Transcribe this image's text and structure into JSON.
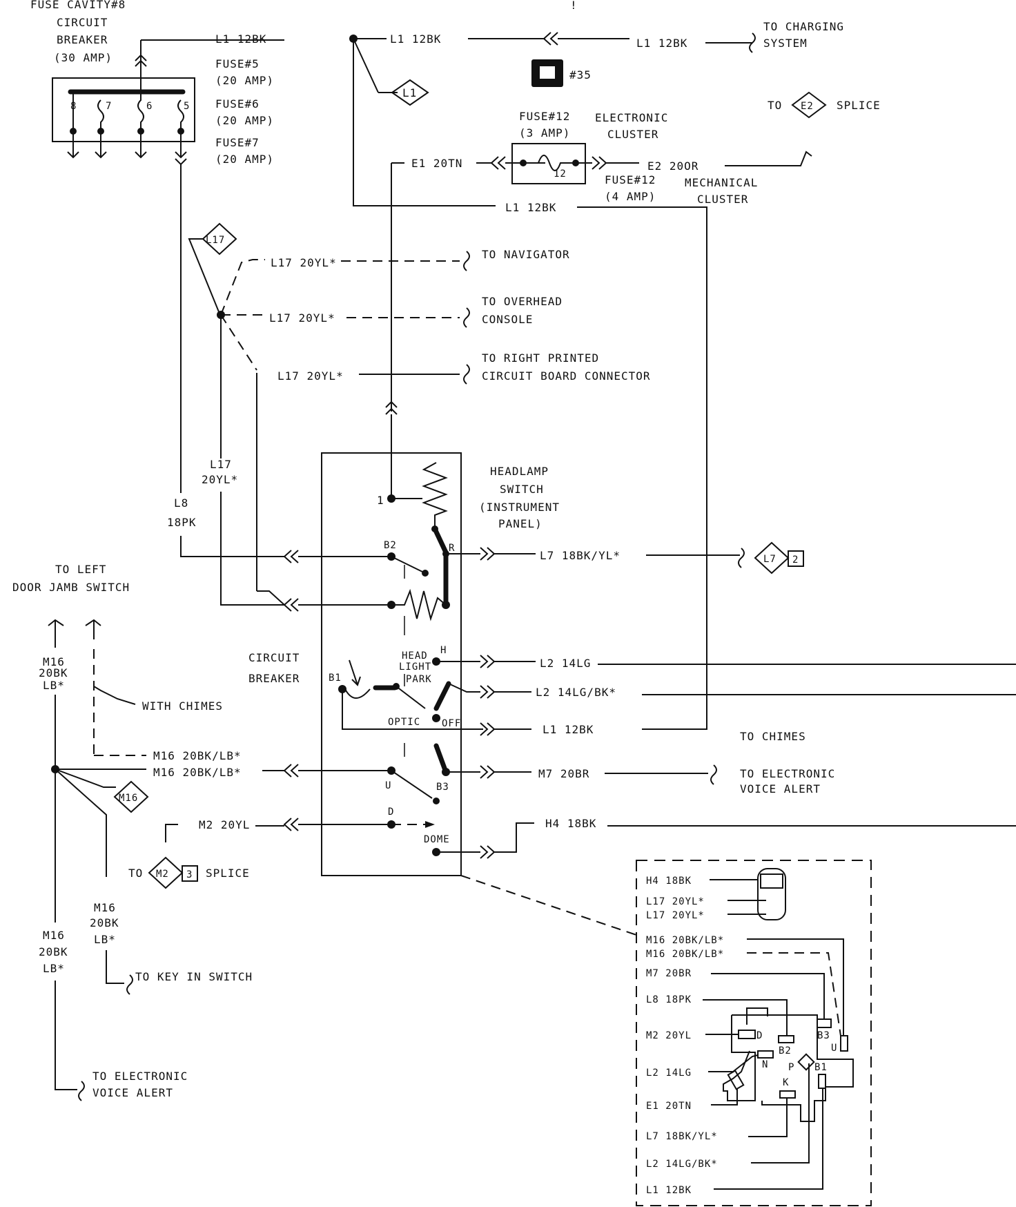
{
  "fuse_block": {
    "cavity_label": [
      "FUSE CAVITY#8",
      "CIRCUIT",
      "BREAKER",
      "(30 AMP)"
    ],
    "numbers": [
      "8",
      "7",
      "6",
      "5"
    ],
    "fuse5": [
      "FUSE#5",
      "(20 AMP)"
    ],
    "fuse6": [
      "FUSE#6",
      "(20 AMP)"
    ],
    "fuse7": [
      "FUSE#7",
      "(20 AMP)"
    ]
  },
  "top_wires": {
    "l1_a": "L1 12BK",
    "l1_b": "L1 12BK",
    "l1_c": "L1 12BK",
    "charging": [
      "TO CHARGING",
      "SYSTEM"
    ],
    "exclaim": "!",
    "ref35": "#35"
  },
  "connectors": {
    "l1": "L1",
    "e2": "E2",
    "l17": "L17",
    "l7": "L7",
    "l7_pin": "2",
    "m16": "M16",
    "m2": "M2",
    "m2_pin": "3"
  },
  "splice_e2": {
    "to": "TO",
    "splice": "SPLICE"
  },
  "fuse12": {
    "label": [
      "FUSE#12",
      "(3 AMP)"
    ],
    "num": "12",
    "electronic_cluster": [
      "ELECTRONIC",
      "CLUSTER"
    ],
    "e1": "E1 20TN",
    "e2": "E2 20OR",
    "fuse12b": [
      "FUSE#12",
      "(4 AMP)"
    ],
    "mechanical_cluster": [
      "MECHANICAL",
      "CLUSTER"
    ],
    "l1_mid": "L1 12BK"
  },
  "l17_branch": {
    "w1": "L17 20YL*",
    "w2": "L17 20YL*",
    "w3": "L17 20YL*",
    "navigator": "TO NAVIGATOR",
    "overhead": [
      "TO OVERHEAD",
      "CONSOLE"
    ],
    "right_board": [
      "TO RIGHT PRINTED",
      "CIRCUIT BOARD CONNECTOR"
    ],
    "vertical": [
      "L17",
      "20YL*"
    ]
  },
  "l8": [
    "L8",
    "18PK"
  ],
  "headlamp_switch": {
    "title": [
      "HEADLAMP",
      "SWITCH",
      "(INSTRUMENT",
      "PANEL)"
    ],
    "pin1": "1",
    "b2": "B2",
    "r": "R",
    "h": "H",
    "head": "HEAD",
    "light": "LIGHT",
    "park": "PARK",
    "b1": "B1",
    "optic": "OPTIC",
    "off": "OFF",
    "u": "U",
    "b3": "B3",
    "d": "D",
    "dome": "DOME",
    "circuit_breaker": [
      "CIRCUIT",
      "BREAKER"
    ]
  },
  "right_wires": {
    "l7": "L7 18BK/YL*",
    "l2": "L2 14LG",
    "l2bk": "L2 14LG/BK*",
    "l1": "L1 12BK",
    "m7": "M7 20BR",
    "h4": "H4 18BK",
    "chimes": "TO CHIMES",
    "voice": [
      "TO ELECTRONIC",
      "VOICE ALERT"
    ]
  },
  "left_side": {
    "door_jamb": [
      "TO LEFT",
      "DOOR JAMB SWITCH"
    ],
    "m16_top": [
      "M16",
      "20BK",
      "LB*"
    ],
    "with_chimes": "WITH CHIMES",
    "m16_dash": "M16 20BK/LB*",
    "m16_solid": "M16 20BK/LB*",
    "m2": "M2 20YL",
    "to": "TO",
    "splice": "SPLICE",
    "m16_mid": [
      "M16",
      "20BK",
      "LB*"
    ],
    "m16_low": [
      "M16",
      "20BK",
      "LB*"
    ],
    "key_in": "TO KEY IN SWITCH",
    "voice_alert": [
      "TO ELECTRONIC",
      "VOICE ALERT"
    ]
  },
  "inset": {
    "wires": [
      "H4 18BK",
      "L17 20YL*",
      "L17 20YL*",
      "M16 20BK/LB*",
      "M16 20BK/LB*",
      "M7 20BR",
      "L8 18PK",
      "M2 20YL",
      "L2 14LG",
      "E1 20TN",
      "L7 18BK/YL*",
      "L2 14LG/BK*",
      "L1 12BK"
    ],
    "pins": {
      "d": "D",
      "b2": "B2",
      "b3": "B3",
      "u": "U",
      "n": "N",
      "p": "P",
      "b1": "B1",
      "k": "K"
    }
  }
}
